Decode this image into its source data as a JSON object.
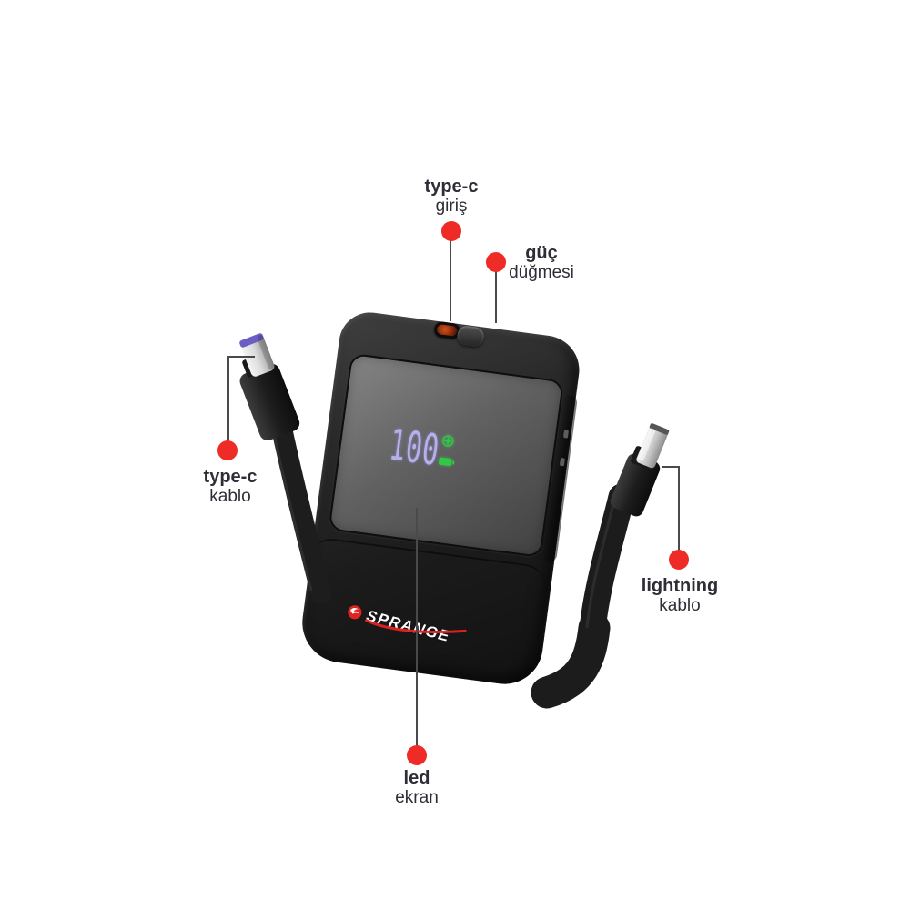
{
  "product": {
    "brand": "SPRANGE",
    "display": {
      "battery_level": "100",
      "charge_glyph": "⊕",
      "charge_icon": "charge-plus-icon",
      "battery_icon": "battery-icon"
    }
  },
  "annotations": [
    {
      "id": "type-c-input",
      "line1": "type-c",
      "line2": "giriş"
    },
    {
      "id": "power-button",
      "line1": "güç",
      "line2": "düğmesi"
    },
    {
      "id": "type-c-cable",
      "line1": "type-c",
      "line2": "kablo"
    },
    {
      "id": "lightning-cable",
      "line1": "lightning",
      "line2": "kablo"
    },
    {
      "id": "led-screen",
      "line1": "led",
      "line2": "ekran"
    }
  ],
  "colors": {
    "background": "#ffffff",
    "marker_red": "#ee2b26",
    "leader_line": "#4a4a4a",
    "label_text": "#2e2e36",
    "device_black": "#1b1b1b",
    "screen_gray": "#616161",
    "led_digits": "#b5b0e6",
    "led_green": "#2fc946",
    "logo_red": "#e02321",
    "logo_white": "#ffffff"
  }
}
